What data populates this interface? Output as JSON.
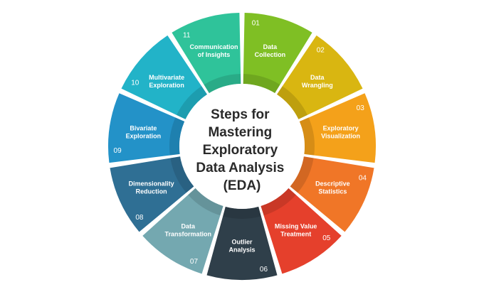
{
  "center": {
    "title_lines": [
      "Steps for",
      "Mastering",
      "Exploratory",
      "Data Analysis",
      "(EDA)"
    ]
  },
  "steps": [
    {
      "number": "01",
      "label_lines": [
        "Data",
        "Collection"
      ],
      "color": "#7fbf24"
    },
    {
      "number": "02",
      "label_lines": [
        "Data",
        "Wrangling"
      ],
      "color": "#d9b611"
    },
    {
      "number": "03",
      "label_lines": [
        "Exploratory",
        "Visualization"
      ],
      "color": "#f4a11a"
    },
    {
      "number": "04",
      "label_lines": [
        "Descriptive",
        "Statistics"
      ],
      "color": "#f07627"
    },
    {
      "number": "05",
      "label_lines": [
        "Missing Value",
        "Treatment"
      ],
      "color": "#e5402c"
    },
    {
      "number": "06",
      "label_lines": [
        "Outlier",
        "Analysis"
      ],
      "color": "#2f3f4a"
    },
    {
      "number": "07",
      "label_lines": [
        "Data",
        "Transformation"
      ],
      "color": "#74a8b0"
    },
    {
      "number": "08",
      "label_lines": [
        "Dimensionality",
        "Reduction"
      ],
      "color": "#2f6f94"
    },
    {
      "number": "09",
      "label_lines": [
        "Bivariate",
        "Exploration"
      ],
      "color": "#2392c8"
    },
    {
      "number": "10",
      "label_lines": [
        "Multivariate",
        "Exploration"
      ],
      "color": "#22b3c8"
    },
    {
      "number": "11",
      "label_lines": [
        "Communication",
        "of Insights"
      ],
      "color": "#2fc39a"
    }
  ]
}
